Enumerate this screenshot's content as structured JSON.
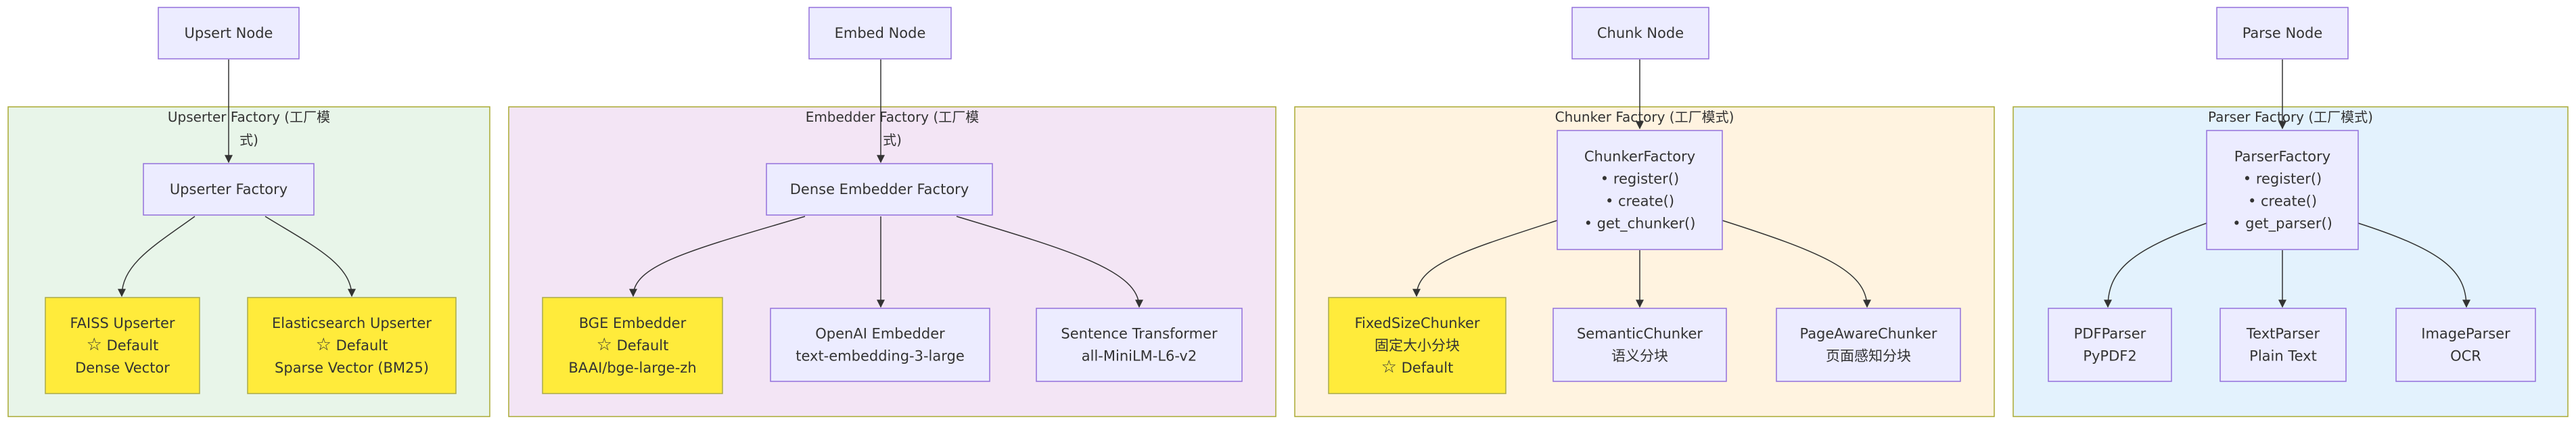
{
  "colors": {
    "node_fill": "#ECECFF",
    "node_stroke": "#9370DB",
    "default_fill": "#FFEB3B",
    "default_stroke": "#A9A94A",
    "edge": "#333333",
    "text": "#333333",
    "cluster_upserter": "#E8F5E9",
    "cluster_embedder": "#F3E5F5",
    "cluster_chunker": "#FFF3E0",
    "cluster_parser": "#E3F2FD",
    "cluster_stroke": "#AAAA33"
  },
  "star_symbol": "☆",
  "nodes": {
    "upsert_node": "Upsert Node",
    "embed_node": "Embed Node",
    "chunk_node": "Chunk Node",
    "parse_node": "Parse Node",
    "upserter_factory": [
      "Upserter Factory"
    ],
    "faiss": [
      "FAISS Upserter",
      "Default",
      "Dense Vector"
    ],
    "elasticsearch": [
      "Elasticsearch Upserter",
      "Default",
      "Sparse Vector (BM25)"
    ],
    "dense_embedder_factory": [
      "Dense Embedder Factory"
    ],
    "bge": [
      "BGE Embedder",
      "Default",
      "BAAI/bge-large-zh"
    ],
    "openai": [
      "OpenAI Embedder",
      "text-embedding-3-large"
    ],
    "sentence_transformer": [
      "Sentence Transformer",
      "all-MiniLM-L6-v2"
    ],
    "chunker_factory": [
      "ChunkerFactory",
      "• register()",
      "• create()",
      "• get_chunker()"
    ],
    "fixed_size": [
      "FixedSizeChunker",
      "固定大小分块",
      "Default"
    ],
    "semantic": [
      "SemanticChunker",
      "语义分块"
    ],
    "page_aware": [
      "PageAwareChunker",
      "页面感知分块"
    ],
    "parser_factory": [
      "ParserFactory",
      "• register()",
      "• create()",
      "• get_parser()"
    ],
    "pdf": [
      "PDFParser",
      "PyPDF2"
    ],
    "text": [
      "TextParser",
      "Plain Text"
    ],
    "image": [
      "ImageParser",
      "OCR"
    ]
  },
  "clusters": {
    "upserter": [
      "Upserter Factory (工厂模",
      "式)"
    ],
    "embedder": [
      "Embedder Factory (工厂模",
      "式)"
    ],
    "chunker": [
      "Chunker Factory (工厂模式)"
    ],
    "parser": [
      "Parser Factory (工厂模式)"
    ]
  }
}
